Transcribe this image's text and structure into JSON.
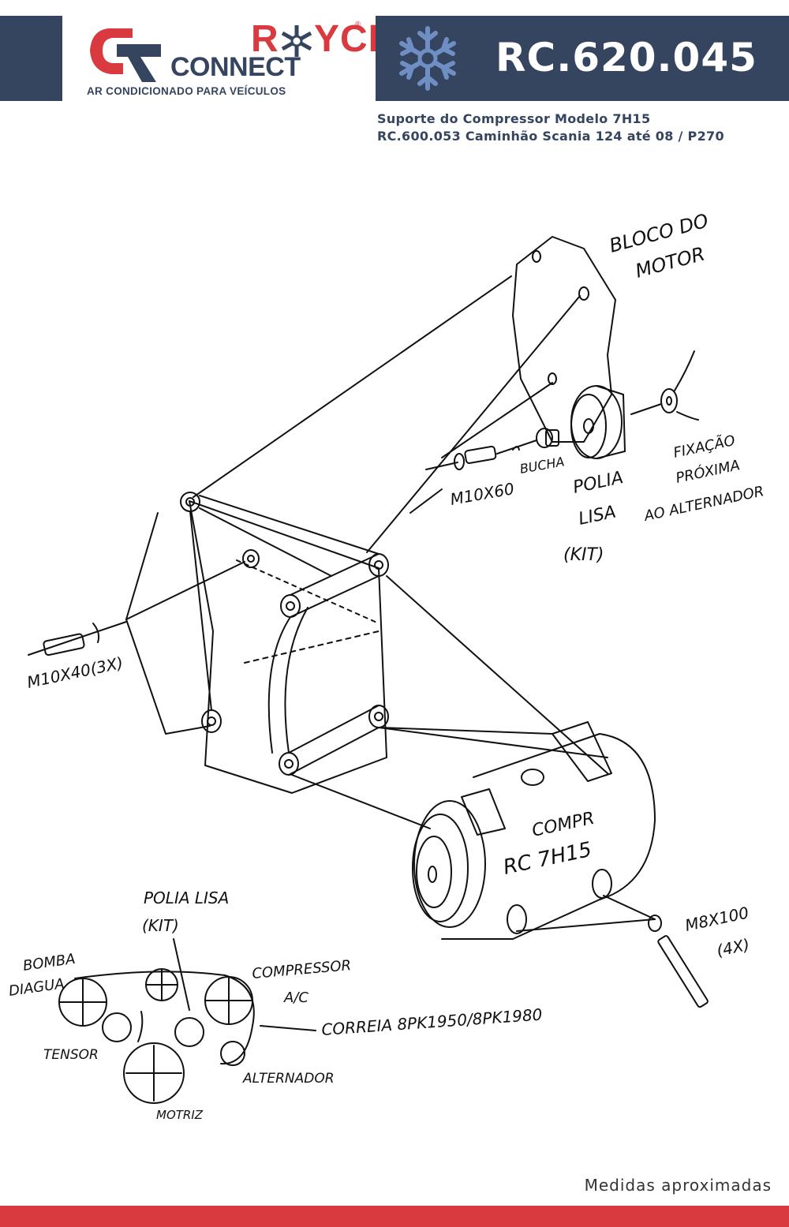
{
  "brand": {
    "name_part1": "R",
    "name_part2": "YCE",
    "name_line2": "CONNECT",
    "registered": "®",
    "tagline": "AR CONDICIONADO PARA VEÍCULOS"
  },
  "product": {
    "code": "RC.620.045",
    "description_line1": "Suporte do Compressor Modelo 7H15",
    "description_line2": "RC.600.053 Caminhão Scania 124 até 08 / P270"
  },
  "drawing": {
    "labels": {
      "bloco_motor_1": "BLOCO DO",
      "bloco_motor_2": "MOTOR",
      "fixacao_1": "FIXAÇÃO",
      "fixacao_2": "PRÓXIMA",
      "fixacao_3": "AO ALTERNADOR",
      "m10x60": "M10X60",
      "bucha": "BUCHA",
      "polia_lisa_1": "POLIA",
      "polia_lisa_2": "LISA",
      "polia_lisa_3": "(KIT)",
      "m10x40": "M10X40(3X)",
      "compr_1": "COMPR",
      "compr_2": "RC 7H15",
      "m8x100_1": "M8X100",
      "m8x100_2": "(4X)",
      "belt_polia_1": "POLIA LISA",
      "belt_polia_2": "(KIT)",
      "bomba_1": "BOMBA",
      "bomba_2": "DIAGUA",
      "compressor_1": "COMPRESSOR",
      "compressor_2": "A/C",
      "correia": "CORREIA 8PK1950/8PK1980",
      "tensor": "TENSOR",
      "alternador": "ALTERNADOR",
      "motriz": "MOTRIZ"
    }
  },
  "footer": {
    "note": "Medidas aproximadas"
  },
  "colors": {
    "navy": "#35445f",
    "red": "#d93a3f",
    "snowflake": "#6f8fc4"
  }
}
